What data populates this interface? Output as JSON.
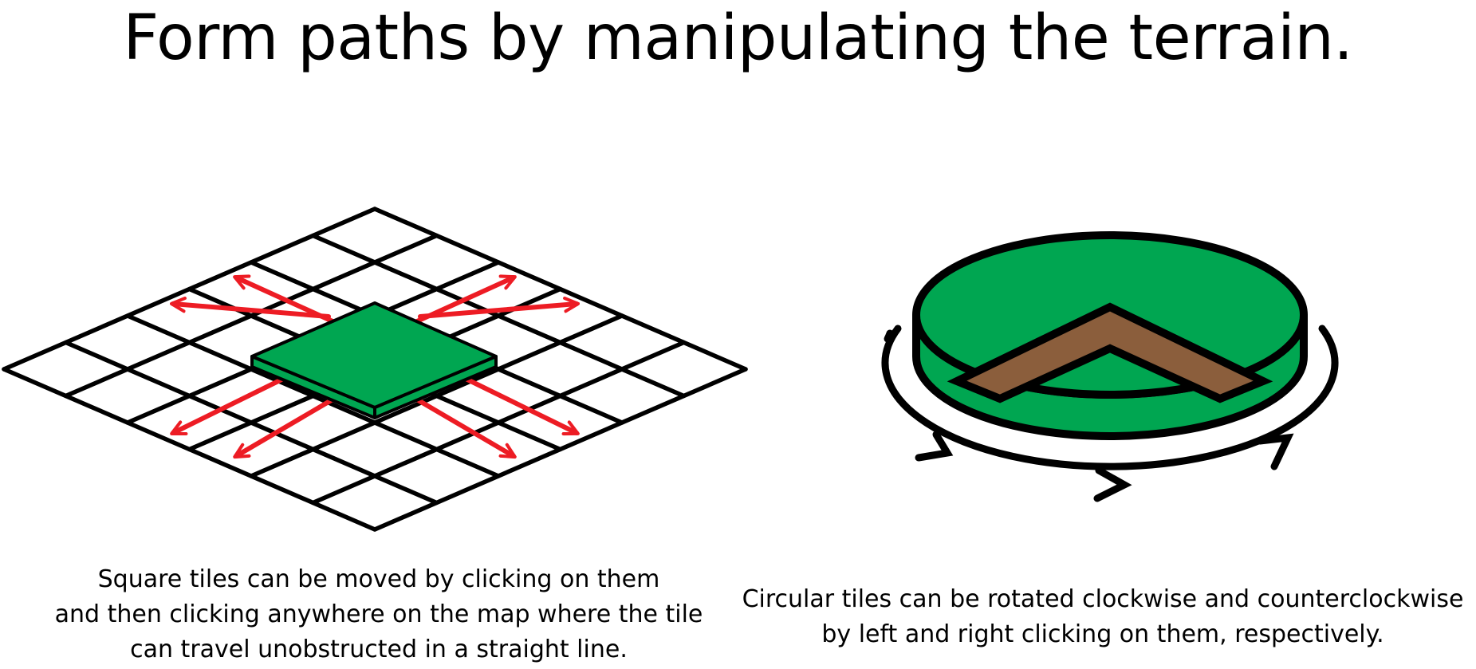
{
  "heading": "Form paths by manipulating the terrain.",
  "square_tile_panel": {
    "caption_lines": [
      "Square tiles can be moved by clicking on them",
      "and then clicking anywhere on the map where the tile",
      "can travel unobstructed in a straight line."
    ]
  },
  "circular_tile_panel": {
    "caption_lines": [
      "Circular tiles can be rotated clockwise and counterclockwise",
      "by left and right clicking on them, respectively."
    ]
  },
  "colors": {
    "tile_green": "#00a651",
    "path_brown": "#8b5e3c",
    "arrow_red": "#ed1c24",
    "outline": "#000000",
    "grid_fill": "#ffffff"
  },
  "icons": [
    "isometric-grid-icon",
    "square-tile-icon",
    "move-direction-arrow-icon",
    "circular-tile-icon",
    "rotation-arrow-icon"
  ]
}
